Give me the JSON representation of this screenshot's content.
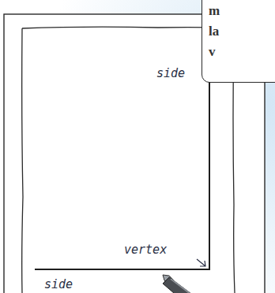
{
  "diagram": {
    "nodes": [
      {
        "text": [
          "m la v"
        ]
      }
    ],
    "labels": [
      "side",
      "vertex",
      "side"
    ]
  }
}
